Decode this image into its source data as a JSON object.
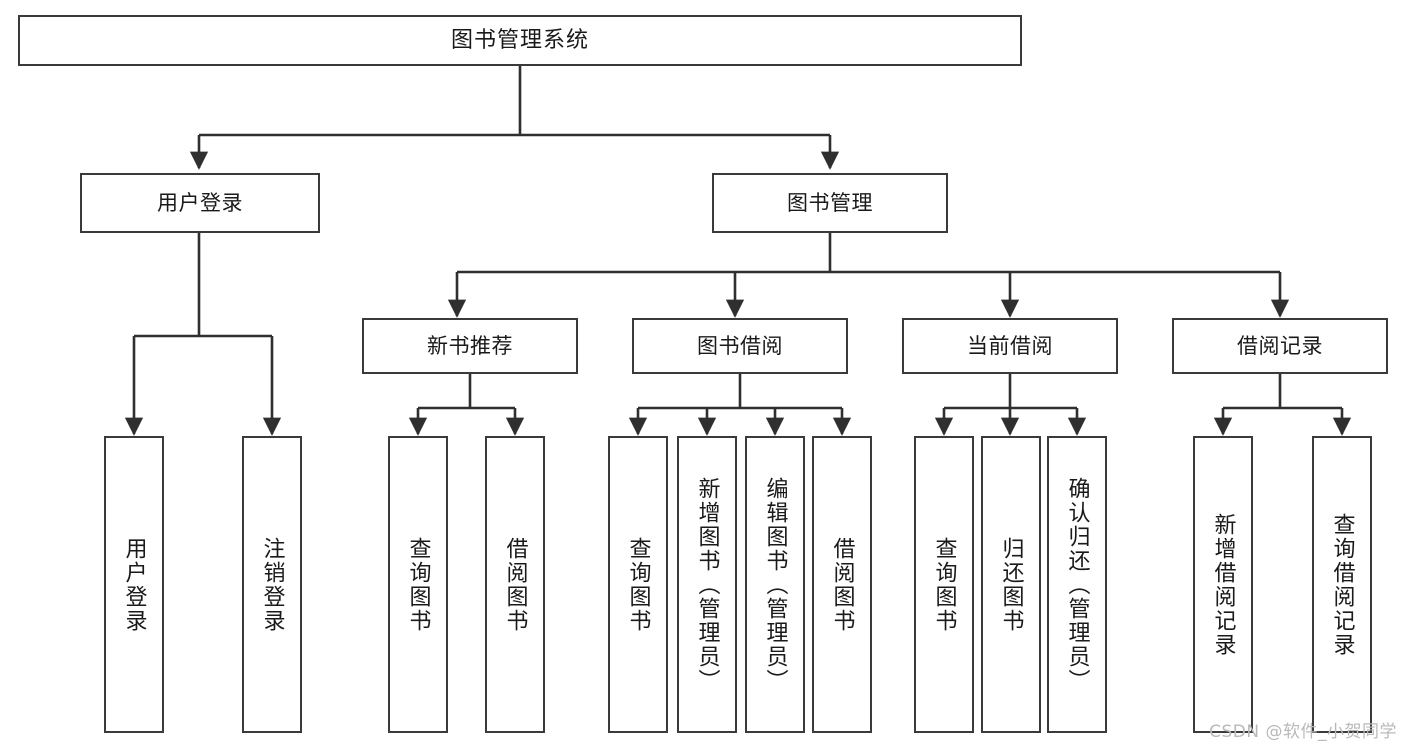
{
  "diagram": {
    "title": "图书管理系统",
    "type": "tree-functional-structure",
    "watermark": "CSDN @软件_小贺同学",
    "colors": {
      "box_border": "#3a3a3a",
      "box_fill": "#ffffff",
      "connector": "#2f2f2f",
      "text": "#1a1a1a",
      "watermark": "#b9b9b9"
    },
    "nodes": {
      "root": {
        "label": "图书管理系统"
      },
      "level2": [
        {
          "key": "user_login",
          "label": "用户登录"
        },
        {
          "key": "book_manage",
          "label": "图书管理"
        }
      ],
      "level3": [
        {
          "key": "new_book_rec",
          "label": "新书推荐"
        },
        {
          "key": "book_borrow",
          "label": "图书借阅"
        },
        {
          "key": "current_borrow",
          "label": "当前借阅"
        },
        {
          "key": "borrow_record",
          "label": "借阅记录"
        }
      ],
      "leaves": {
        "user_login": [
          {
            "label": "用户登录"
          },
          {
            "label": "注销登录"
          }
        ],
        "new_book_rec": [
          {
            "label": "查询图书"
          },
          {
            "label": "借阅图书"
          }
        ],
        "book_borrow": [
          {
            "label": "查询图书"
          },
          {
            "label": "新增图书（管理员）"
          },
          {
            "label": "编辑图书（管理员）"
          },
          {
            "label": "借阅图书"
          }
        ],
        "current_borrow": [
          {
            "label": "查询图书"
          },
          {
            "label": "归还图书"
          },
          {
            "label": "确认归还（管理员）"
          }
        ],
        "borrow_record": [
          {
            "label": "新增借阅记录"
          },
          {
            "label": "查询借阅记录"
          }
        ]
      }
    }
  }
}
